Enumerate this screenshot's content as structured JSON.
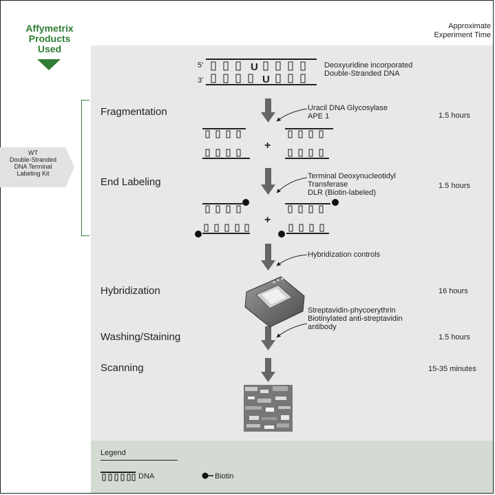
{
  "header": {
    "brand_lines": [
      "Affymetrix",
      "Products",
      "Used"
    ],
    "time_header_lines": [
      "Approximate",
      "Experiment Time"
    ]
  },
  "kit": {
    "lines": [
      "WT",
      "Double-Stranded",
      "DNA Terminal",
      "Labeling Kit"
    ]
  },
  "dna_top": {
    "label_5": "5'",
    "label_3": "3'",
    "uracil": "U",
    "description_lines": [
      "Deoxyuridine incorporated",
      "Double-Stranded DNA"
    ]
  },
  "steps": [
    {
      "name": "Fragmentation",
      "time": "1.5 hours",
      "notes": [
        "Uracil DNA Glycosylase",
        "APE 1"
      ]
    },
    {
      "name": "End Labeling",
      "time": "1.5 hours",
      "notes": [
        "Terminal Deoxynucleotidyl",
        "Transferase",
        "DLR (Biotin-labeled)"
      ]
    },
    {
      "name": "Hybridization",
      "time": "16 hours",
      "notes": [
        "Hybridization controls"
      ]
    },
    {
      "name": "Washing/Staining",
      "time": "1.5 hours",
      "notes": [
        "Streptavidin-phycoerythrin",
        "Biotinylated anti-streptavidin",
        "antibody"
      ]
    },
    {
      "name": "Scanning",
      "time": "15-35 minutes",
      "notes": []
    }
  ],
  "plus_sign": "+",
  "legend": {
    "title": "Legend",
    "dna_label": "DNA",
    "biotin_label": "Biotin"
  },
  "colors": {
    "brand_green": "#2e7d32",
    "panel_gray": "#e8e8e8",
    "legend_panel": "#d3dbd3",
    "arrow_gray": "#666666"
  }
}
